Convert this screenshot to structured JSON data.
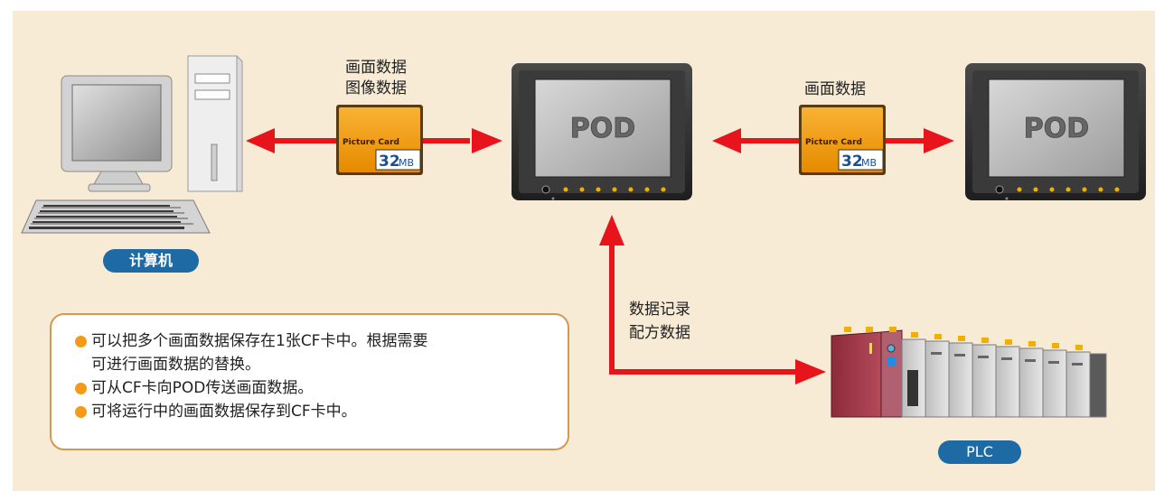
{
  "cf_card_left": {
    "caption_lines": [
      "画面数据",
      "图像数据"
    ],
    "card_label": "Picture Card",
    "capacity": "32",
    "unit": "MB"
  },
  "cf_card_right": {
    "caption_lines": [
      "画面数据"
    ],
    "card_label": "Picture Card",
    "capacity": "32",
    "unit": "MB"
  },
  "pod_left": {
    "screen_text": "POD"
  },
  "pod_right": {
    "screen_text": "POD"
  },
  "computer": {
    "label": "计算机"
  },
  "plc": {
    "label": "PLC"
  },
  "vertical_link": {
    "caption_lines": [
      "数据记录",
      "配方数据"
    ]
  },
  "notes": {
    "items": [
      {
        "lines": [
          "可以把多个画面数据保存在1张CF卡中。根据需要",
          "可进行画面数据的替换。"
        ]
      },
      {
        "lines": [
          "可从CF卡向POD传送画面数据。"
        ]
      },
      {
        "lines": [
          "可将运行中的画面数据保存到CF卡中。"
        ]
      }
    ]
  },
  "colors": {
    "background": "#f8ebd5",
    "arrow": "#e8141c",
    "badge": "#1e6aa4",
    "bullet": "#f59a16",
    "note_border": "#d19a50"
  }
}
